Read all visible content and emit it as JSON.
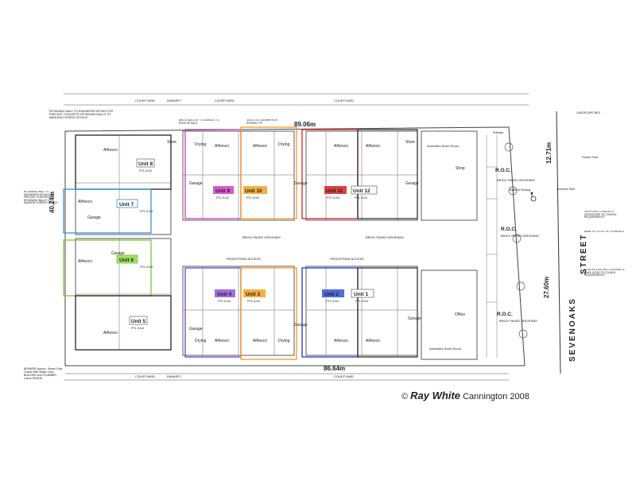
{
  "dimensions": {
    "top": "89.06m",
    "bottom": "86.64m",
    "left": "40.24m",
    "right_upper": "12.71m",
    "right_lower": "27.60m"
  },
  "street": {
    "name": "SEVENOAKS",
    "suffix": "STREET"
  },
  "credit": {
    "symbol": "©",
    "brand": "Ray White",
    "location": "Cannington 2008"
  },
  "units": [
    {
      "label": "Unit 8",
      "sub": "FFL 6.64"
    },
    {
      "label": "Unit 7",
      "sub": "FFL 6.64"
    },
    {
      "label": "Unit 6",
      "sub": "FFL 6.64"
    },
    {
      "label": "Unit 5",
      "sub": "FFL 6.64"
    },
    {
      "label": "Unit 9",
      "sub": "FFL 6.64"
    },
    {
      "label": "Unit 10",
      "sub": "FFL 6.64"
    },
    {
      "label": "Unit 11",
      "sub": "FFL 6.64"
    },
    {
      "label": "Unit 12",
      "sub": "FFL 6.64"
    },
    {
      "label": "Unit 4",
      "sub": "FFL 6.64"
    },
    {
      "label": "Unit 3",
      "sub": "FFL 6.64"
    },
    {
      "label": "Unit 2",
      "sub": "FFL 6.64"
    },
    {
      "label": "Unit 1",
      "sub": "FFL 6.64"
    }
  ],
  "rooms": {
    "garage": "Garage",
    "alfresco": "Alfresco",
    "store": "Store",
    "drying": "Drying",
    "shop": "Shop",
    "office": "Office",
    "amenities": "Amenities Store Room",
    "driveway": "BRICK PAVED DRIVEWAY",
    "pedestrian": "PEDESTRIAN ACCESS",
    "courtyard": "COURTYARD",
    "parapet": "PARAPET"
  },
  "roc": "R.O.C.",
  "notes": {
    "retaining_top": "RETAINING WALL TO ENGINEERS DETAILS OR PRECAST CONCRETE RETAINING WALLS TO MANUFACTURERS DETAILS",
    "retaining_left": "RETAINING WALL TO ENGINEERS DETAILS OR PRECAST CONCRETE RETAINING WALLS TO MANUFACTURERS DETAILS",
    "beware": "BEWARE Approx. Sewer Only Check With Water Corp BUILDER and PLUMBER check GRADE",
    "brick_build": "BRICK BUILD UP TO GARAGE TO ENGS DETAILS",
    "selected_screen": "SELECTED 1800mm HIGH SCREEN TYP.",
    "rubbish": "Rubbish",
    "power_pole": "Power Pole",
    "landscape": "LANDSCAPE BED",
    "concrete_path": "Concrete Path",
    "remove_crossing": "REMOVE EXISTING CROSSING & MAKE GOOD TO COUNCIL REQUIREMENTS",
    "proposed_crossover": "PROPOSED CONCRETE CROSSOVER TO COUNCIL REQUIREMENTS",
    "bank_letterboxes": "BANK OF 10 OFF LETTERBOXES",
    "disabled": "Disabled Parking"
  }
}
